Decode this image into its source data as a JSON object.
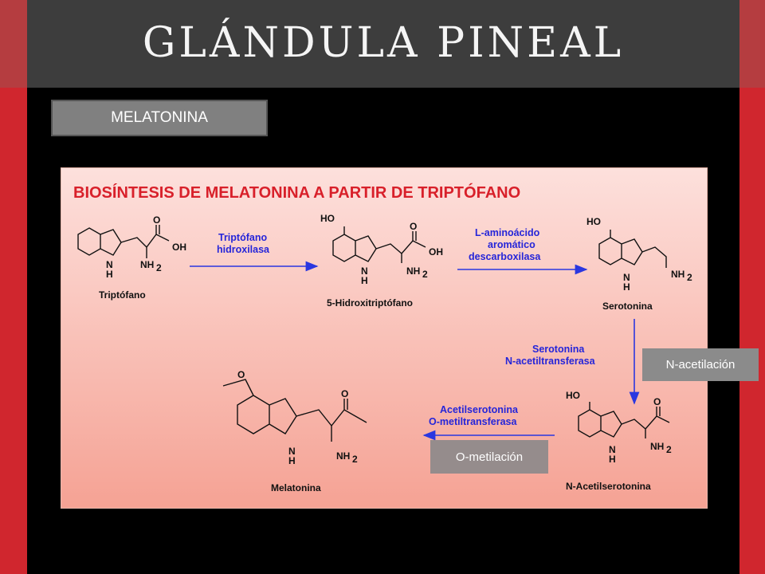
{
  "slide": {
    "title": "GLÁNDULA PINEAL",
    "tag": "MELATONINA",
    "note_n_acetilacion": "N-acetilación",
    "note_o_metilacion": "O-metilación"
  },
  "diagram": {
    "heading": "BIOSÍNTESIS DE MELATONINA A PARTIR DE TRIPTÓFANO",
    "compounds": [
      "Triptófano",
      "5-Hidroxitriptófano",
      "Serotonina",
      "N-Acetilserotonina",
      "Melatonina"
    ],
    "enzyme1": [
      "Triptófano",
      "hidroxilasa"
    ],
    "enzyme2": [
      "L-aminoácido",
      "aromático",
      "descarboxilasa"
    ],
    "enzyme3": [
      "Serotonina",
      "N-acetiltransferasa"
    ],
    "enzyme4": [
      "Acetilserotonina",
      "O-metiltransferasa"
    ],
    "atoms": {
      "O": "O",
      "OH": "OH",
      "HO": "HO",
      "NH2": "NH",
      "sub2": "2",
      "N": "N",
      "H": "H"
    }
  },
  "colors": {
    "accent_red": "#d0262e",
    "enzyme_blue": "#2525d9",
    "heading_red": "#d8202a"
  }
}
